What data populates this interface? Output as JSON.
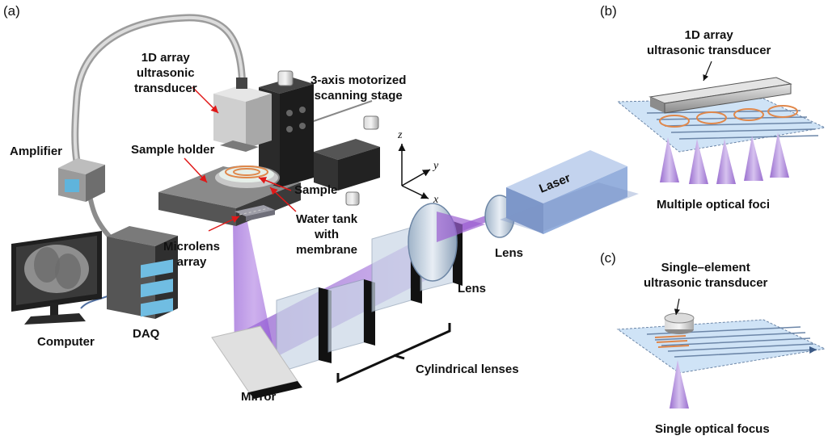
{
  "panels": {
    "a": "(a)",
    "b": "(b)",
    "c": "(c)"
  },
  "labels": {
    "transducer_1d": [
      "1D array",
      "ultrasonic",
      "transducer"
    ],
    "stage": [
      "3-axis motorized",
      "scanning stage"
    ],
    "amplifier": "Amplifier",
    "sample_holder": "Sample holder",
    "sample": "Sample",
    "water_tank": [
      "Water tank",
      "with",
      "membrane"
    ],
    "microlens": [
      "Microlens",
      "array"
    ],
    "computer": "Computer",
    "daq": "DAQ",
    "mirror": "Mirror",
    "lens_front": "Lens",
    "lens_back": "Lens",
    "laser": "Laser",
    "cylindrical": "Cylindrical lenses",
    "axis_z": "z",
    "axis_y": "y",
    "axis_x": "x"
  },
  "panel_b": {
    "title": [
      "1D array",
      "ultrasonic transducer"
    ],
    "caption": "Multiple optical foci"
  },
  "panel_c": {
    "title": [
      "Single–element",
      "ultrasonic transducer"
    ],
    "caption": "Single optical focus"
  },
  "colors": {
    "beam": "#9b5fd1",
    "sheet": "#cfe3f6",
    "scan_lines": "#6c86a8",
    "scan_arc": "#e0874a",
    "laser_body": "#8fa9d8",
    "device_gray": "#6e6e6e"
  }
}
